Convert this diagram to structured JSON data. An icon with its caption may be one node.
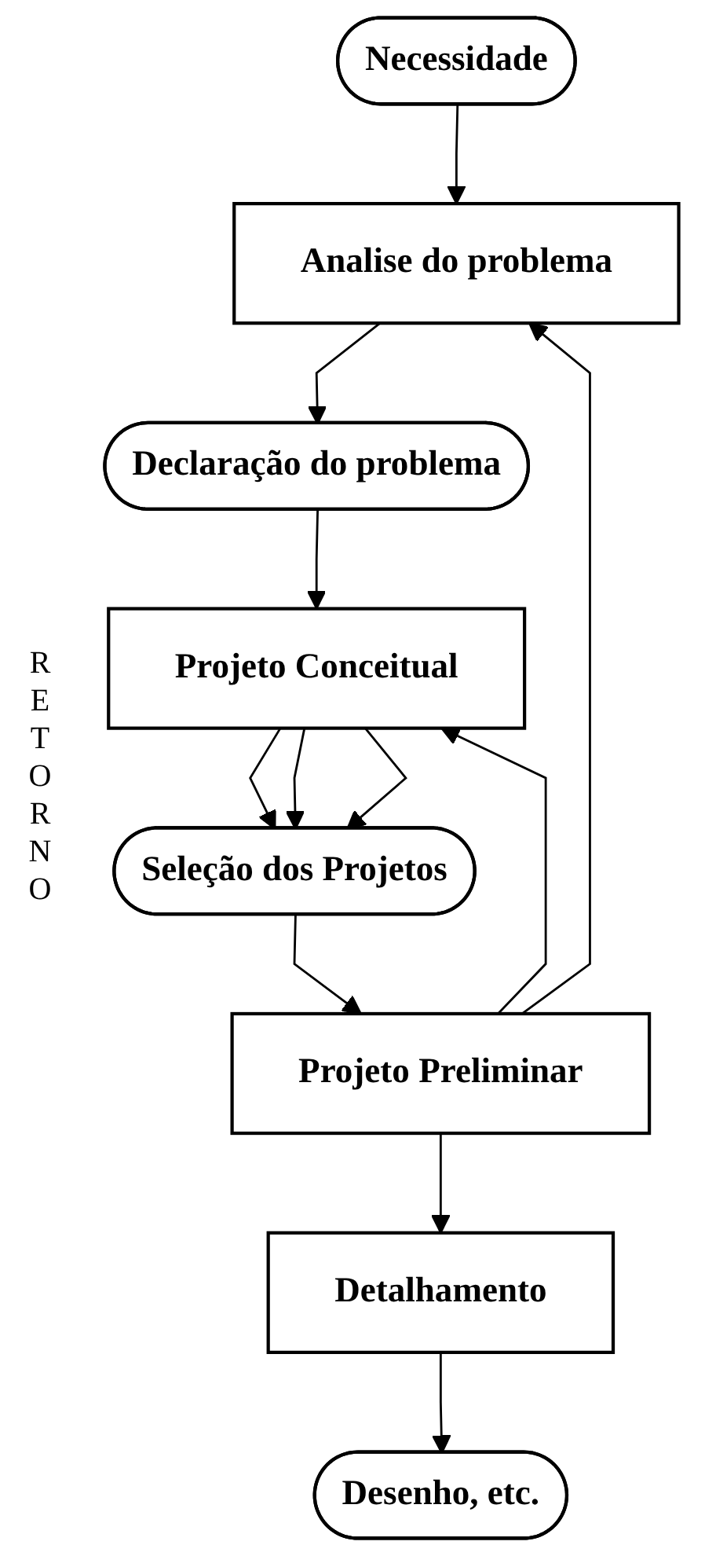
{
  "diagram": {
    "nodes": [
      {
        "text": [
          "Necessidade"
        ]
      },
      {
        "text": [
          "Analise do problema"
        ]
      },
      {
        "text": [
          "Declaração do problema"
        ]
      },
      {
        "text": [
          "Projeto Conceitual"
        ]
      },
      {
        "text": [
          "Seleção dos Projetos"
        ]
      },
      {
        "text": [
          "Projeto Preliminar"
        ]
      },
      {
        "text": [
          "Detalhamento"
        ]
      },
      {
        "text": [
          "Desenho, etc."
        ]
      }
    ],
    "edges": [
      {
        "from": 0,
        "to": 1,
        "arrow": "to"
      },
      {
        "from": 1,
        "to": 2,
        "arrow": "to"
      },
      {
        "from": 2,
        "to": 3,
        "arrow": "to"
      },
      {
        "from": 3,
        "to": 4,
        "arrow": "to"
      },
      {
        "from": 3,
        "to": 4,
        "arrow": "to"
      },
      {
        "from": 3,
        "to": 4,
        "arrow": "to"
      },
      {
        "from": 4,
        "to": 5,
        "arrow": "to"
      },
      {
        "from": 5,
        "to": 6,
        "arrow": "to"
      },
      {
        "from": 6,
        "to": 7,
        "arrow": "to"
      },
      {
        "from": 5,
        "to": 3,
        "arrow": "to"
      },
      {
        "from": 5,
        "to": 1,
        "arrow": "to"
      }
    ],
    "labels": [
      "RETORNO"
    ]
  }
}
